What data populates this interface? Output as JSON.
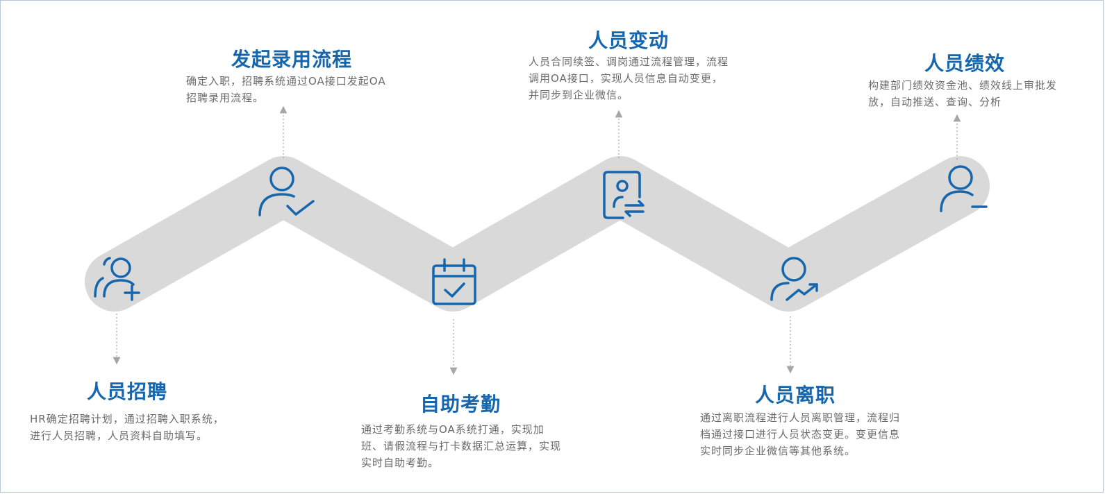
{
  "steps": [
    {
      "id": "recruit",
      "title": "人员招聘",
      "icon": "add-users-icon",
      "desc": "HR确定招聘计划，通过招聘入职系统，进行人员招聘，人员资料自助填写。"
    },
    {
      "id": "hire",
      "title": "发起录用流程",
      "icon": "user-check-icon",
      "desc": "确定入职，招聘系统通过OA接口发起OA招聘录用流程。"
    },
    {
      "id": "attendance",
      "title": "自助考勤",
      "icon": "calendar-check-icon",
      "desc": "通过考勤系统与OA系统打通，实现加班、请假流程与打卡数据汇总运算，实现实时自助考勤。"
    },
    {
      "id": "change",
      "title": "人员变动",
      "icon": "user-transfer-icon",
      "desc": "人员合同续签、调岗通过流程管理，流程调用OA接口，实现人员信息自动变更，并同步到企业微信。"
    },
    {
      "id": "resign",
      "title": "人员离职",
      "icon": "user-trend-icon",
      "desc": "通过离职流程进行人员离职管理，流程归档通过接口进行人员状态变更。变更信息实时同步企业微信等其他系统。"
    },
    {
      "id": "performance",
      "title": "人员绩效",
      "icon": "user-minus-icon",
      "desc": "构建部门绩效资金池、绩效线上审批发放，自动推送、查询、分析"
    }
  ],
  "colors": {
    "accent": "#1566ad",
    "band": "#d9d9d9",
    "text": "#6a6a6a",
    "connector": "#a6a6a6"
  }
}
